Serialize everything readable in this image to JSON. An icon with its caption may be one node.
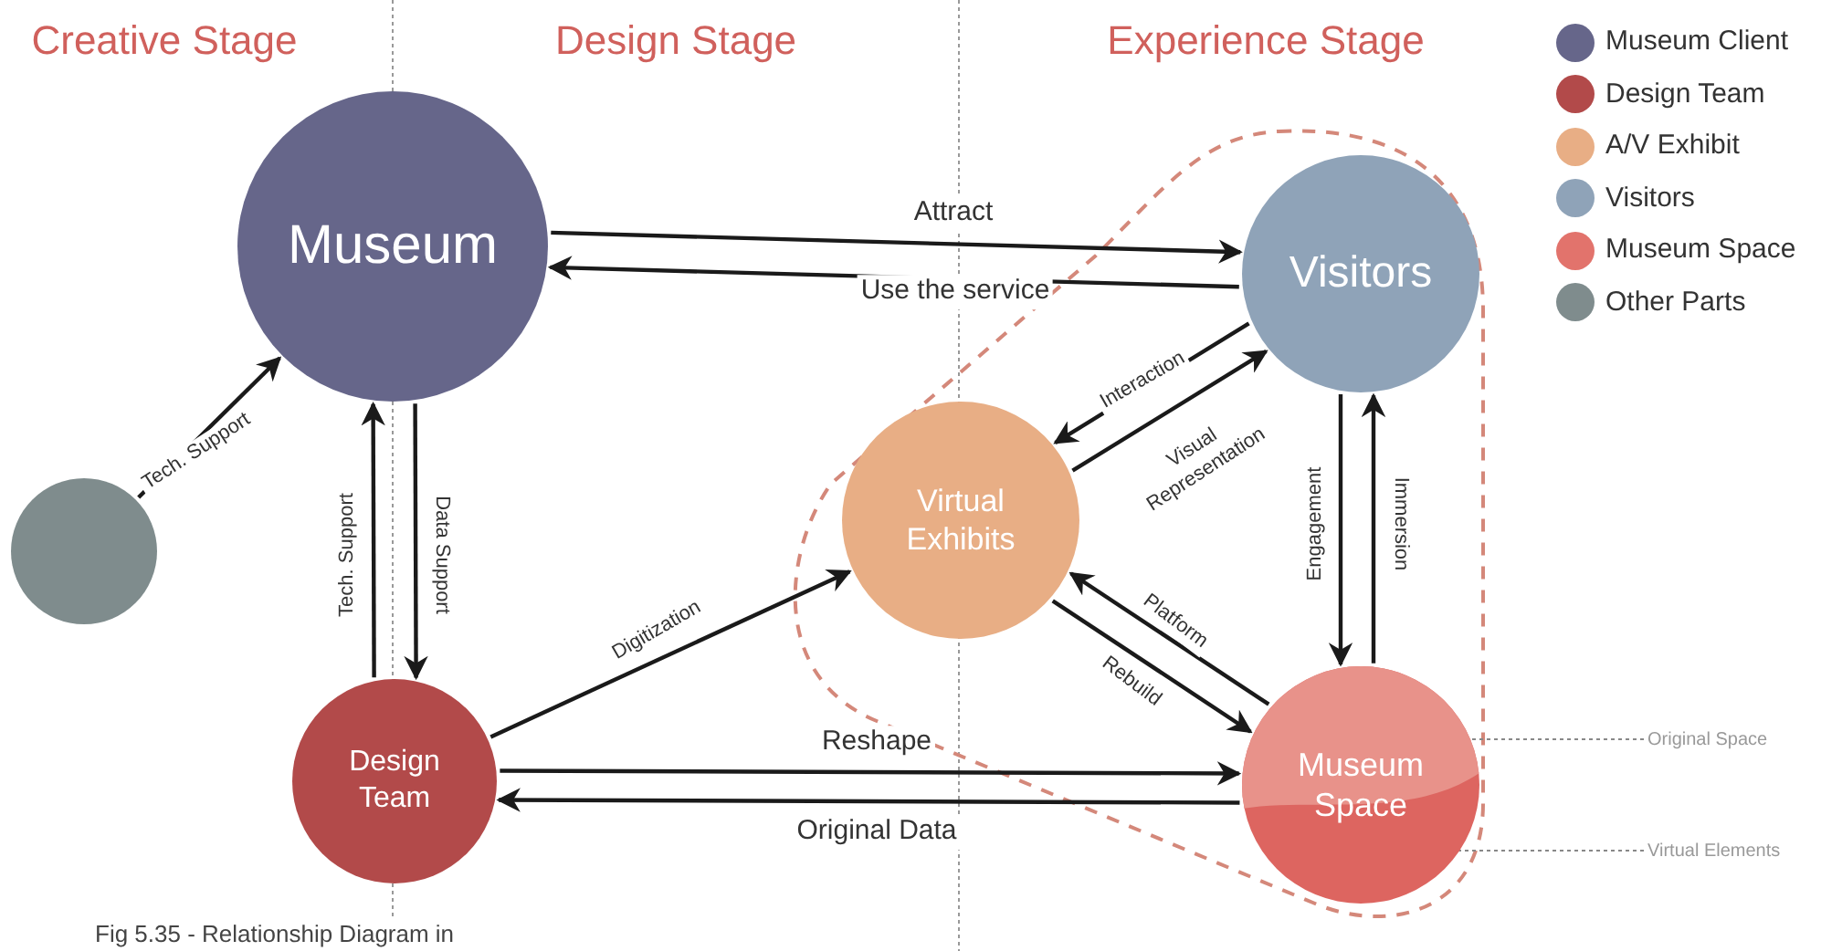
{
  "diagram": {
    "caption": "Fig 5.35 - Relationship Diagram in",
    "nodes": [
      {
        "text": [
          "Museum"
        ]
      },
      {
        "text": [
          "Visitors"
        ]
      },
      {
        "text": [
          "Virtual Exhibits"
        ]
      },
      {
        "text": [],
        "shape": "circle"
      },
      {
        "text": [
          "Design Team"
        ]
      },
      {
        "text": [
          "Museum Space"
        ]
      },
      {
        "text": [
          "Original Space"
        ]
      },
      {
        "text": [
          "Virtual Elements"
        ]
      }
    ],
    "edges": [
      {
        "from": 0,
        "to": 1,
        "arrow": "to",
        "label": "Attract"
      },
      {
        "from": 1,
        "to": 0,
        "arrow": "to",
        "label": "Use the service"
      },
      {
        "from": 3,
        "to": 0,
        "arrow": "to",
        "label": "Tech. Support"
      },
      {
        "from": 4,
        "to": 0,
        "arrow": "to",
        "label": "Tech. Support"
      },
      {
        "from": 0,
        "to": 4,
        "arrow": "to",
        "label": "Data Support"
      },
      {
        "from": 4,
        "to": 2,
        "arrow": "to",
        "label": "Digitization"
      },
      {
        "from": 4,
        "to": 5,
        "arrow": "to",
        "label": "Reshape"
      },
      {
        "from": 5,
        "to": 4,
        "arrow": "to",
        "label": "Original Data"
      },
      {
        "from": 1,
        "to": 2,
        "arrow": "to",
        "label": "Interaction"
      },
      {
        "from": 2,
        "to": 1,
        "arrow": "to",
        "label": "Visual Representation"
      },
      {
        "from": 5,
        "to": 2,
        "arrow": "to",
        "label": "Platform"
      },
      {
        "from": 2,
        "to": 5,
        "arrow": "to",
        "label": "Rebuild"
      },
      {
        "from": 1,
        "to": 5,
        "arrow": "to",
        "label": "Engagement"
      },
      {
        "from": 5,
        "to": 1,
        "arrow": "to",
        "label": "Immersion"
      },
      {
        "from": 6,
        "to": 5,
        "arrow": "none",
        "style": "dashed",
        "color": "#888888"
      },
      {
        "from": 7,
        "to": 5,
        "arrow": "none",
        "style": "dashed",
        "color": "#888888"
      }
    ],
    "labels": [
      "Creative Stage",
      "Design Stage",
      "Experience Stage"
    ],
    "legend": [
      {
        "text": "Museum Client",
        "color": "#66668a"
      },
      {
        "text": "Design Team",
        "color": "#b24a4a"
      },
      {
        "text": "A/V Exhibit",
        "color": "#e8ae85"
      },
      {
        "text": "Visitors",
        "color": "#8fa3b8"
      },
      {
        "text": "Museum Space",
        "color": "#e2736c"
      },
      {
        "text": "Other Parts",
        "color": "#7f8c8d"
      }
    ]
  }
}
